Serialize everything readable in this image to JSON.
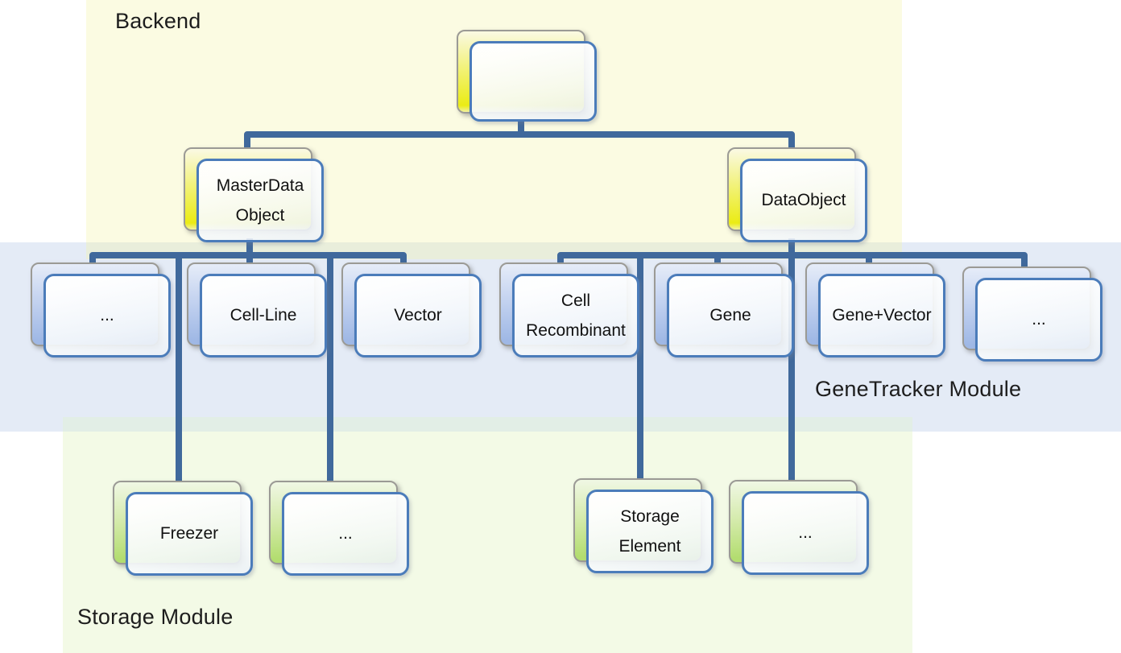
{
  "regions": {
    "backend": {
      "label": "Backend",
      "fill": "#fbfbe2"
    },
    "genetracker": {
      "label": "GeneTracker Module",
      "fill": "#e4ebf6"
    },
    "storage": {
      "label": "Storage Module",
      "fill": "#f3fae6"
    },
    "overlap_backend_genetracker_fill": "#e9eedb",
    "overlap_genetracker_storage_fill": "#e2eee6"
  },
  "palette": {
    "connector": "#40699c",
    "front_card_border": "#4b7cba",
    "back_card_border": "#9b9a95",
    "back_card_yellow": "#ebec14",
    "back_card_blue": "#9fb8e5",
    "back_card_green": "#b3dd70",
    "text": "#111111",
    "canvas": "#ffffff"
  },
  "nodes": {
    "root": {
      "line1": ""
    },
    "masterdata": {
      "line1": "MasterData",
      "line2": "Object"
    },
    "dataobject": {
      "line1": "DataObject"
    },
    "md_more": {
      "line1": "..."
    },
    "cellline": {
      "line1": "Cell-Line"
    },
    "vector": {
      "line1": "Vector"
    },
    "cellrecombinant": {
      "line1": "Cell",
      "line2": "Recombinant"
    },
    "gene": {
      "line1": "Gene"
    },
    "genevector": {
      "line1": "Gene+Vector"
    },
    "do_more": {
      "line1": "..."
    },
    "freezer": {
      "line1": "Freezer"
    },
    "storage_more_left": {
      "line1": "..."
    },
    "storageelement": {
      "line1": "Storage",
      "line2": "Element"
    },
    "storage_more_right": {
      "line1": "..."
    }
  },
  "hierarchy": {
    "root": [
      "MasterData Object",
      "DataObject"
    ],
    "MasterData Object": [
      "...",
      "Cell-Line",
      "Vector",
      "Freezer",
      "..."
    ],
    "DataObject": [
      "Cell Recombinant",
      "Gene",
      "Gene+Vector",
      "...",
      "Storage Element",
      "..."
    ]
  }
}
